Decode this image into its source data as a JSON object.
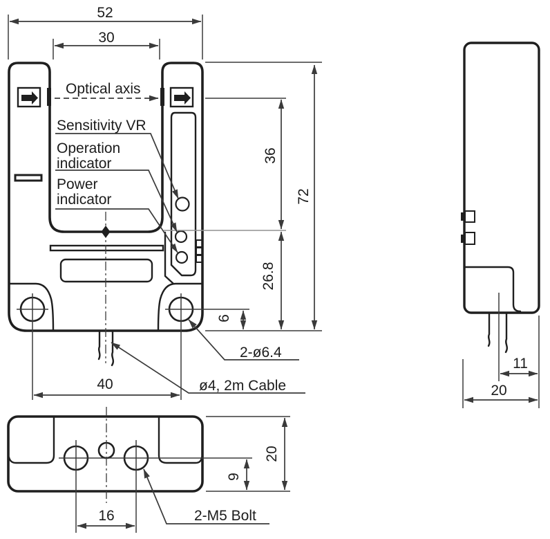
{
  "front": {
    "labels": {
      "optical_axis": "Optical axis",
      "sensitivity": "Sensitivity VR",
      "operation_line1": "Operation",
      "operation_line2": "indicator",
      "power_line1": "Power",
      "power_line2": "indicator",
      "mount_holes": "2-ø6.4",
      "cable": "ø4, 2m Cable"
    },
    "dims": {
      "overall_width": "52",
      "slot_width": "30",
      "overall_height": "72",
      "slot_depth": "36",
      "body_lower": "26.8",
      "hole_offset": "6",
      "hole_spacing": "40"
    }
  },
  "bottom": {
    "labels": {
      "bolt": "2-M5 Bolt"
    },
    "dims": {
      "bolt_spacing": "16",
      "hole_to_edge": "9",
      "depth": "20"
    }
  },
  "side": {
    "dims": {
      "cable_offset": "11",
      "depth": "20"
    }
  },
  "colors": {
    "outline": "#1f1f1f",
    "dim_line": "#3a3a3a",
    "light_line": "#919191",
    "background": "#ffffff"
  }
}
